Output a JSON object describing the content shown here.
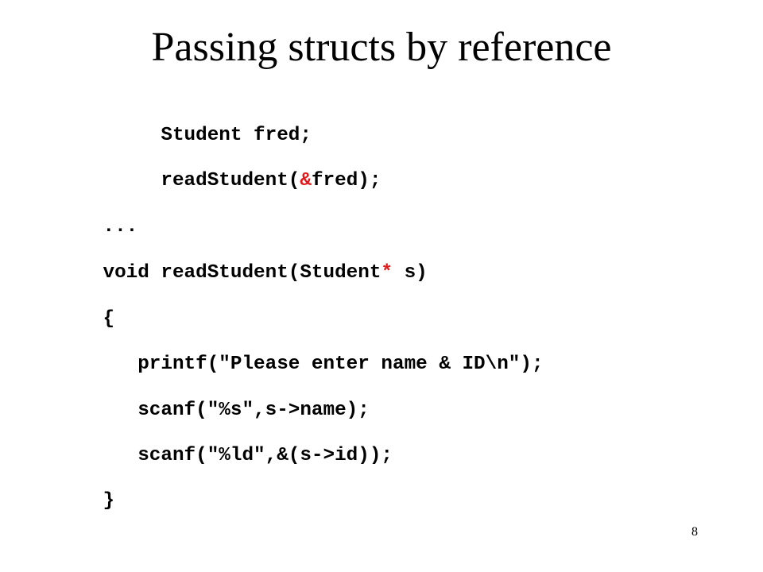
{
  "slide": {
    "title": "Passing structs by reference",
    "page_number": "8",
    "highlight_color": "#e01b1b",
    "text_color": "#000000",
    "background_color": "#ffffff",
    "code_lines": [
      {
        "segments": [
          {
            "text": "     Student fred;",
            "highlight": false
          }
        ]
      },
      {
        "segments": [
          {
            "text": "     readStudent(",
            "highlight": false
          },
          {
            "text": "&",
            "highlight": true
          },
          {
            "text": "fred);",
            "highlight": false
          }
        ]
      },
      {
        "segments": [
          {
            "text": "...",
            "highlight": false
          }
        ]
      },
      {
        "segments": [
          {
            "text": "void readStudent(Student",
            "highlight": false
          },
          {
            "text": "*",
            "highlight": true
          },
          {
            "text": " s)",
            "highlight": false
          }
        ]
      },
      {
        "segments": [
          {
            "text": "{",
            "highlight": false
          }
        ]
      },
      {
        "segments": [
          {
            "text": "   printf(\"Please enter name & ID\\n\");",
            "highlight": false
          }
        ]
      },
      {
        "segments": [
          {
            "text": "   scanf(\"%s\",s->name);",
            "highlight": false
          }
        ]
      },
      {
        "segments": [
          {
            "text": "   scanf(\"%ld\",&(s->id));",
            "highlight": false
          }
        ]
      },
      {
        "segments": [
          {
            "text": "}",
            "highlight": false
          }
        ]
      }
    ]
  }
}
